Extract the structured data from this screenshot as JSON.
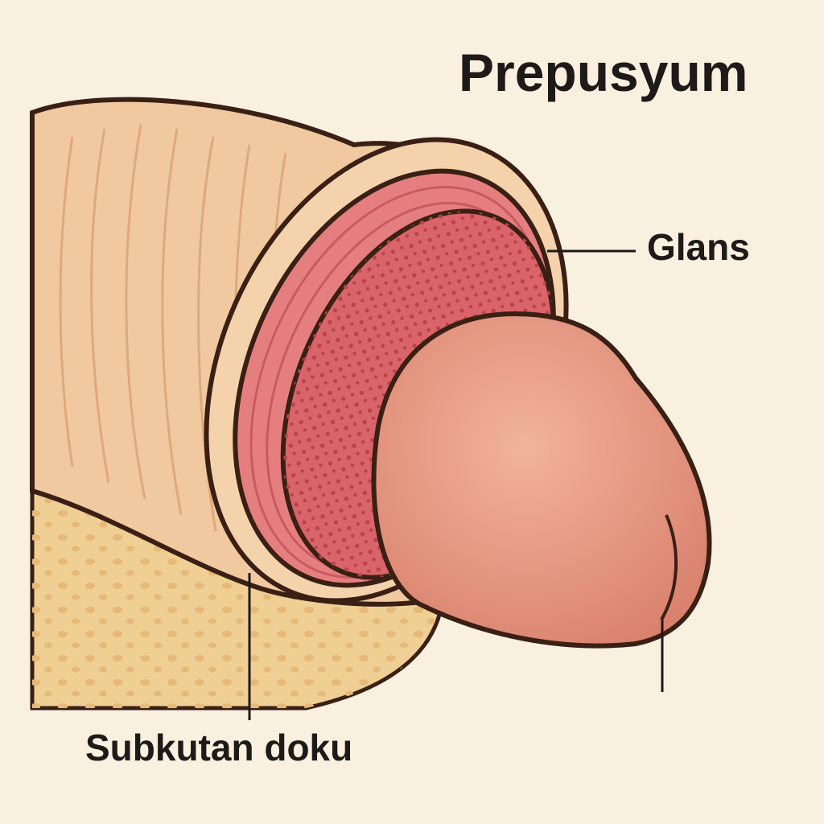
{
  "title": "Prepusyum",
  "labels": {
    "glans": "Glans",
    "subcutaneous": "Subkutan doku"
  },
  "colors": {
    "background": "#f9f0e0",
    "skin": "#f1c9a0",
    "subcutaneous": "#f0cf95",
    "mucosa": "#d9646a",
    "glans": "#e3917c",
    "outline": "#3a2014"
  }
}
